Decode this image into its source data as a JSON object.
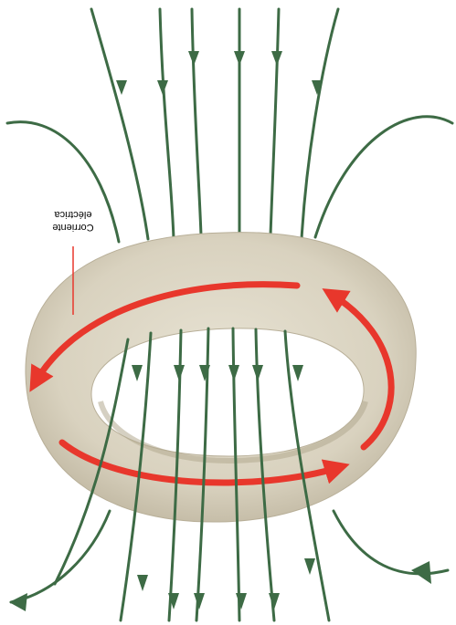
{
  "label": {
    "line1": "Corriente",
    "line2": "eléctrica"
  },
  "colors": {
    "background": "#ffffff",
    "field_line": "#3d6b45",
    "current": "#e8372c",
    "ring_fill": "#ddd7c6",
    "ring_shade": "#c8c0ab",
    "label_leader": "#e8372c"
  },
  "icons": {
    "field_arrow": "triangle-arrowhead",
    "current_arrow": "triangle-arrowhead"
  }
}
